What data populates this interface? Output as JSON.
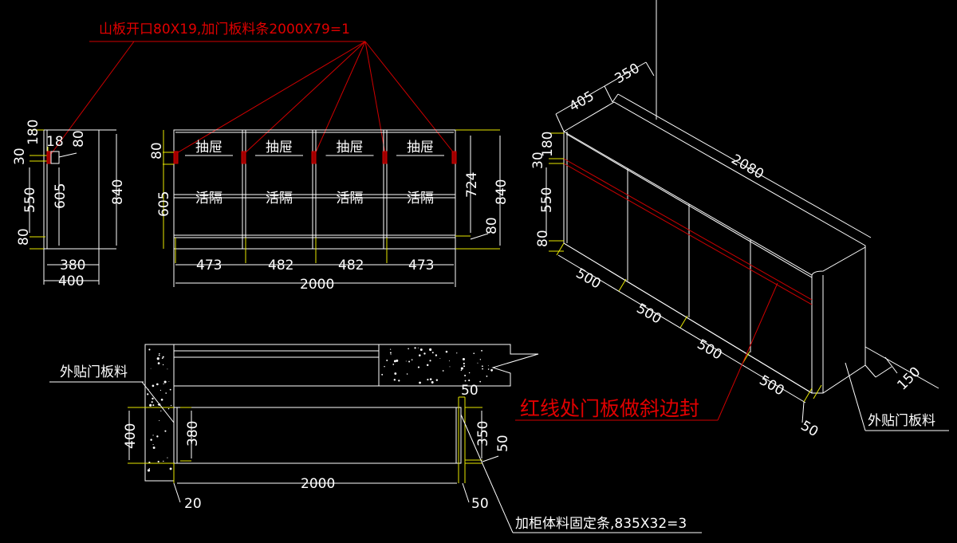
{
  "colors": {
    "background": "#000000",
    "line": "#ffffff",
    "dimension_ext": "#e8e800",
    "annotation": "#d00000"
  },
  "notes": {
    "top_note": "山板开口80X19,加门板料条2000X79=1",
    "red_line_note": "红线处门板做斜边封",
    "outer_panel_plan": "外贴门板料",
    "outer_panel_iso": "外贴门板料",
    "fixing_strip": "加柜体料固定条,835X32=3"
  },
  "side_view": {
    "dims": [
      "180",
      "30",
      "550",
      "80",
      "18",
      "80",
      "605",
      "840",
      "380",
      "400"
    ]
  },
  "front_view": {
    "drawer_label": "抽屉",
    "shelf_label": "活隔",
    "dims": {
      "left_80": "80",
      "left_605": "605",
      "right_724": "724",
      "right_80": "80",
      "right_840": "840",
      "bays": [
        "473",
        "482",
        "482",
        "473"
      ],
      "total": "2000"
    }
  },
  "iso_view": {
    "dims": {
      "d405": "405",
      "d350": "350",
      "d2080": "2080",
      "d180": "180",
      "d30": "30",
      "d550": "550",
      "d80": "80",
      "doors": [
        "500",
        "500",
        "500",
        "500"
      ],
      "d50": "50",
      "d150": "150"
    }
  },
  "plan_view": {
    "dims": {
      "d400": "400",
      "d380": "380",
      "d2000": "2000",
      "d20": "20",
      "d50_top": "50",
      "d350": "350",
      "d50_right": "50",
      "d50_bottom": "50"
    }
  }
}
